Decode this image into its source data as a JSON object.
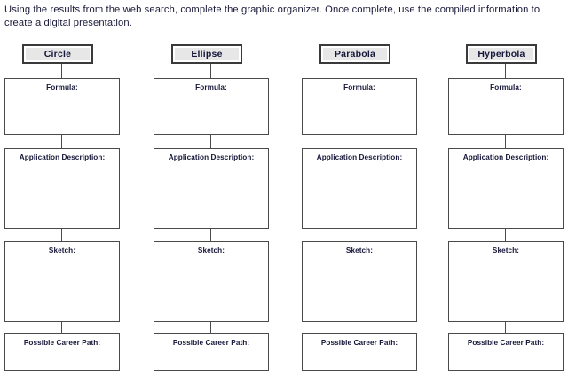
{
  "instructions": {
    "text": "Using the results from the web search, complete the graphic organizer.  Once complete, use the compiled information to create a digital presentation."
  },
  "organizer": {
    "row_labels": {
      "formula": "Formula:",
      "application_description": "Application Description:",
      "sketch": "Sketch:",
      "career": "Possible Career Path:"
    },
    "columns": [
      {
        "header": "Circle",
        "formula": "",
        "application_description": "",
        "sketch": "",
        "career": ""
      },
      {
        "header": "Ellipse",
        "formula": "",
        "application_description": "",
        "sketch": "",
        "career": ""
      },
      {
        "header": "Parabola",
        "formula": "",
        "application_description": "",
        "sketch": "",
        "career": ""
      },
      {
        "header": "Hyperbola",
        "formula": "",
        "application_description": "",
        "sketch": "",
        "career": ""
      }
    ]
  },
  "colors": {
    "text": "#16163a",
    "header_fill": "#e7e7e7",
    "header_border": "#3a3a3a",
    "box_border": "#4a4a4a",
    "page_background": "#ffffff"
  }
}
